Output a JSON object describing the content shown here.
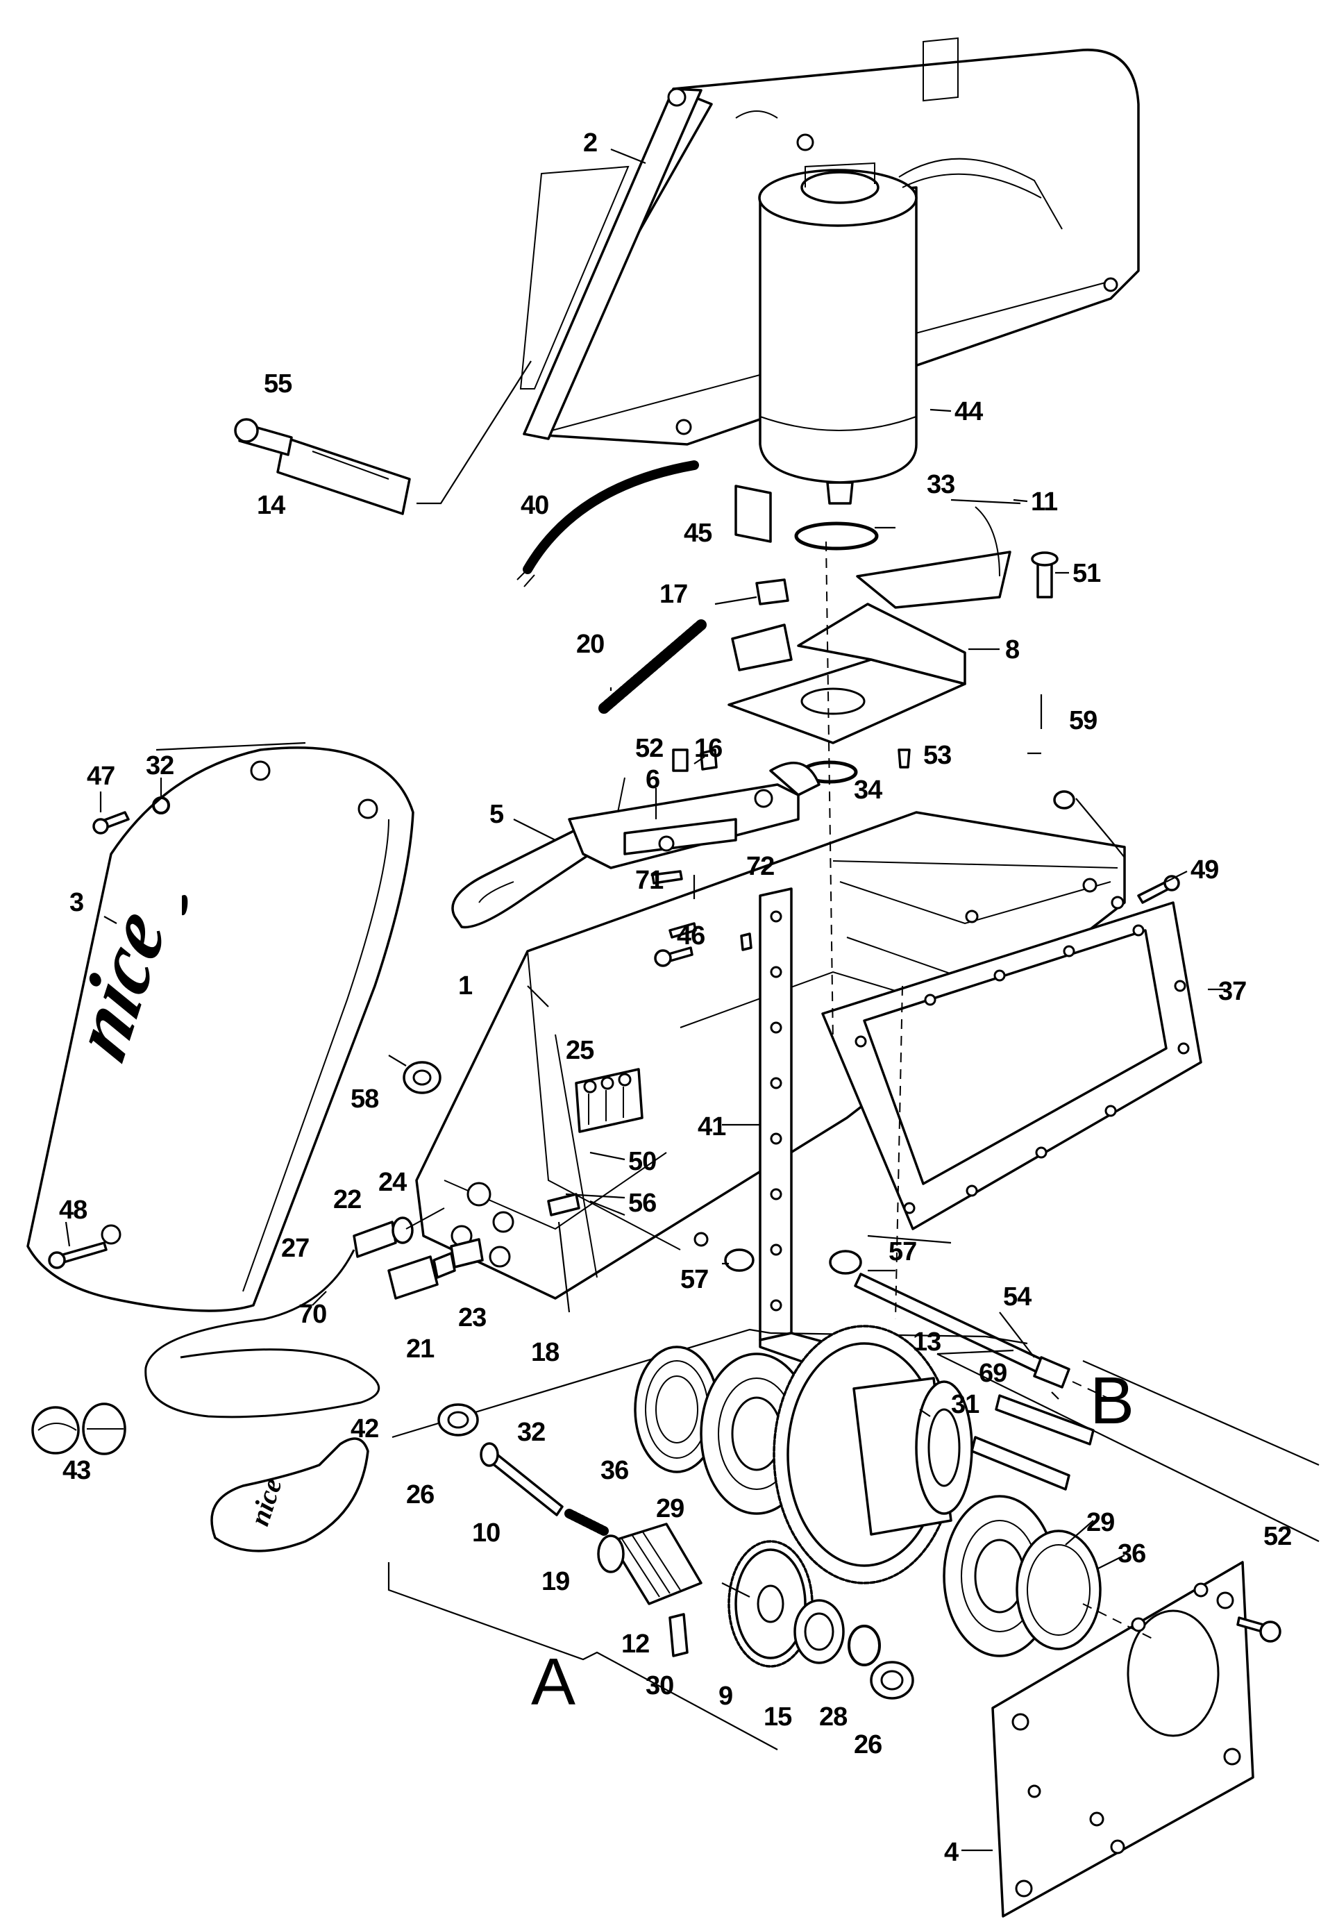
{
  "diagram": {
    "type": "exploded-parts-view",
    "brand_marks": [
      "nice",
      "nice"
    ],
    "group_labels": [
      "A",
      "B"
    ],
    "callouts": [
      "1",
      "2",
      "3",
      "4",
      "5",
      "6",
      "8",
      "9",
      "10",
      "11",
      "12",
      "13",
      "14",
      "15",
      "16",
      "17",
      "18",
      "19",
      "20",
      "21",
      "22",
      "23",
      "24",
      "25",
      "26",
      "26",
      "27",
      "28",
      "29",
      "29",
      "30",
      "31",
      "32",
      "32",
      "33",
      "34",
      "36",
      "36",
      "37",
      "40",
      "41",
      "42",
      "43",
      "44",
      "45",
      "46",
      "47",
      "48",
      "49",
      "50",
      "51",
      "52",
      "52",
      "53",
      "54",
      "55",
      "56",
      "57",
      "57",
      "58",
      "59",
      "69",
      "70",
      "71",
      "72"
    ]
  }
}
